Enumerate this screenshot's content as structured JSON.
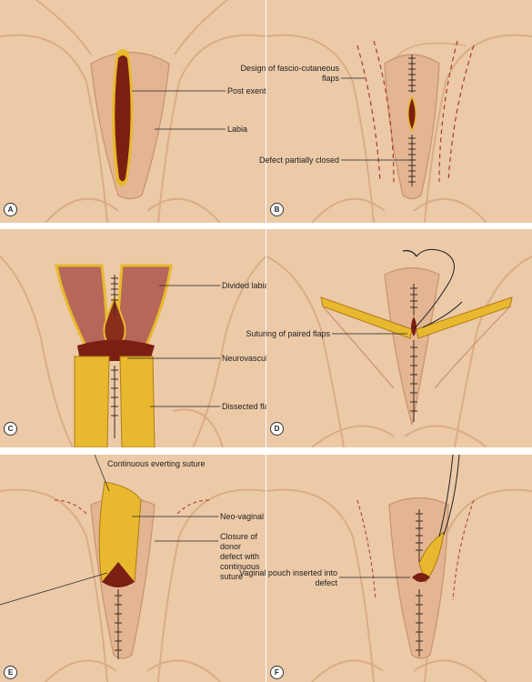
{
  "panels": [
    {
      "id": "A",
      "labels": [
        "Post exenteration defect",
        "Labia"
      ]
    },
    {
      "id": "B",
      "labels": [
        "Design of fascio-cutaneous flaps",
        "Defect partially closed"
      ]
    },
    {
      "id": "C",
      "labels": [
        "Divided labia",
        "Neurovascular bundle",
        "Dissected flaps"
      ]
    },
    {
      "id": "D",
      "labels": [
        "Suturing of paired flaps"
      ]
    },
    {
      "id": "E",
      "labels": [
        "Continuous everting suture",
        "Neo-vaginal pouch",
        "Closure of donor defect with continuous suture"
      ]
    },
    {
      "id": "F",
      "labels": [
        "Vaginal pouch inserted into defect"
      ]
    }
  ],
  "colors": {
    "skin": "#ecc9a7",
    "skin_shadow": "#d9ad86",
    "defect": "#7a1f12",
    "fat": "#e8b92e",
    "muscle": "#b5685a",
    "suture": "#3a2a20",
    "dashed": "#a83a2a"
  }
}
